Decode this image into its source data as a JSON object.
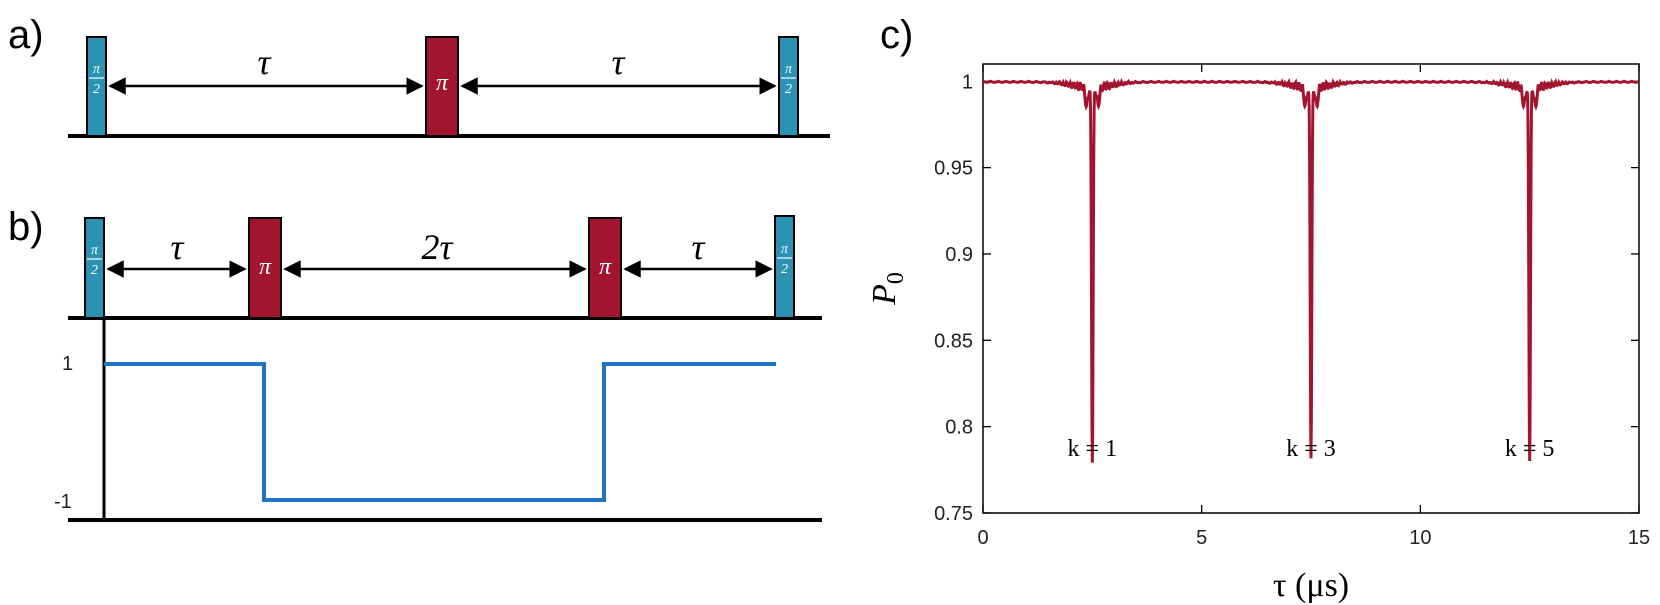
{
  "colors": {
    "pulse_half": "#2a92b3",
    "pulse_pi": "#a3152f",
    "modulation": "#1f74c4",
    "curve": "#a3152f"
  },
  "panel_a": {
    "label": "a)",
    "pulses": [
      {
        "type": "pi-half",
        "numerator": "π",
        "denominator": "2"
      },
      {
        "type": "pi",
        "text": "π"
      },
      {
        "type": "pi-half",
        "numerator": "π",
        "denominator": "2"
      }
    ],
    "intervals": [
      "τ",
      "τ"
    ]
  },
  "panel_b": {
    "label": "b)",
    "pulses": [
      {
        "type": "pi-half",
        "numerator": "π",
        "denominator": "2"
      },
      {
        "type": "pi",
        "text": "π"
      },
      {
        "type": "pi",
        "text": "π"
      },
      {
        "type": "pi-half",
        "numerator": "π",
        "denominator": "2"
      }
    ],
    "intervals": [
      "τ",
      "2τ",
      "τ"
    ],
    "modulation": {
      "y_top_label": "1",
      "y_bottom_label": "-1",
      "levels": [
        1,
        -1,
        1
      ]
    }
  },
  "panel_c": {
    "label": "c)",
    "chart_data": {
      "type": "line",
      "xlabel": "τ (μs)",
      "ylabel": "P0",
      "xlim": [
        0,
        15
      ],
      "ylim": [
        0.75,
        1.01
      ],
      "xticks": [
        "0",
        "5",
        "10",
        "15"
      ],
      "yticks": [
        "0.75",
        "0.8",
        "0.85",
        "0.9",
        "0.95",
        "1"
      ],
      "baseline": 1.0,
      "dips": [
        {
          "x": 2.5,
          "min": 0.785,
          "label": "k = 1"
        },
        {
          "x": 7.5,
          "min": 0.787,
          "label": "k = 3"
        },
        {
          "x": 12.5,
          "min": 0.786,
          "label": "k = 5"
        }
      ]
    }
  }
}
